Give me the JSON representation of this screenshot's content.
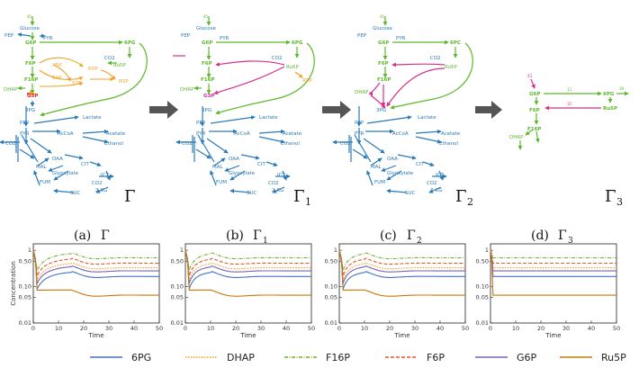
{
  "networks": [
    {
      "symbol": "Γ",
      "sub": "",
      "nodes": [
        "Glucose",
        "PEP",
        "PYR",
        "G6P",
        "6PG",
        "F6P",
        "CO2",
        "Ru5P",
        "F16P",
        "X5P",
        "E4P",
        "S7P",
        "R5P",
        "DHAP",
        "G3P",
        "3PG",
        "PEP",
        "PYR",
        "Lactate",
        "AcCoA",
        "Acetate",
        "Ethanol",
        "CO2",
        "OAA",
        "CIT",
        "MAL",
        "Glyoxylate",
        "ICT",
        "CO2",
        "2-KG",
        "FUM",
        "SUC"
      ]
    },
    {
      "symbol": "Γ",
      "sub": "1",
      "nodes": [
        "Glucose",
        "PEP",
        "PYR",
        "G6P",
        "6PG",
        "F6P",
        "CO2",
        "Ru5P",
        "F16P",
        "R5P",
        "DHAP",
        "G3P",
        "3PG",
        "PEP",
        "PYR",
        "Lactate",
        "AcCoA",
        "Acetate",
        "Ethanol",
        "CO2",
        "OAA",
        "CIT",
        "MAL",
        "Glyoxylate",
        "ICT",
        "CO2",
        "2-KG",
        "FUM",
        "SUC"
      ]
    },
    {
      "symbol": "Γ",
      "sub": "2",
      "nodes": [
        "Glucose",
        "PEP",
        "PYR",
        "G6P",
        "6PC",
        "F6P",
        "CO2",
        "Ru5P",
        "F16P",
        "DHAP",
        "3PG",
        "PEP",
        "PYR",
        "Lactate",
        "AcCoA",
        "Acetate",
        "Ethanol",
        "CO2",
        "OAA",
        "CIT",
        "MAL",
        "Glyoxylate",
        "ICT",
        "CO2",
        "2-KG",
        "FUM",
        "SUC"
      ]
    },
    {
      "symbol": "Γ",
      "sub": "3",
      "nodes": [
        "G6P",
        "6PG",
        "F6P",
        "Ru5P",
        "F16P",
        "DHAP"
      ]
    }
  ],
  "panels": [
    {
      "caption": "(a)",
      "symbol": "Γ",
      "sub": ""
    },
    {
      "caption": "(b)",
      "symbol": "Γ",
      "sub": "1"
    },
    {
      "caption": "(c)",
      "symbol": "Γ",
      "sub": "2"
    },
    {
      "caption": "(d)",
      "symbol": "Γ",
      "sub": "3"
    }
  ],
  "axes": {
    "ylabel": "Concentration",
    "xlabel": "Time",
    "xticks": [
      "0",
      "10",
      "20",
      "30",
      "40",
      "50"
    ],
    "yticks": [
      "1",
      "0.50",
      "0.10",
      "0.05",
      "0.01"
    ]
  },
  "legend": [
    {
      "label": "6PG",
      "color": "#4472c4",
      "dash": "solid"
    },
    {
      "label": "DHAP",
      "color": "#f0a020",
      "dash": "dot"
    },
    {
      "label": "F16P",
      "color": "#70b030",
      "dash": "dashdot"
    },
    {
      "label": "F6P",
      "color": "#e05a2a",
      "dash": "dash"
    },
    {
      "label": "G6P",
      "color": "#7a64b0",
      "dash": "solid"
    },
    {
      "label": "Ru5P",
      "color": "#c8780a",
      "dash": "solid"
    }
  ],
  "colors": {
    "network_blue": "#2a7ab8",
    "network_green": "#5bb82a",
    "orange": "#f2a228",
    "magenta": "#d8308a",
    "red": "#e02020",
    "arrow": "#555555"
  }
}
